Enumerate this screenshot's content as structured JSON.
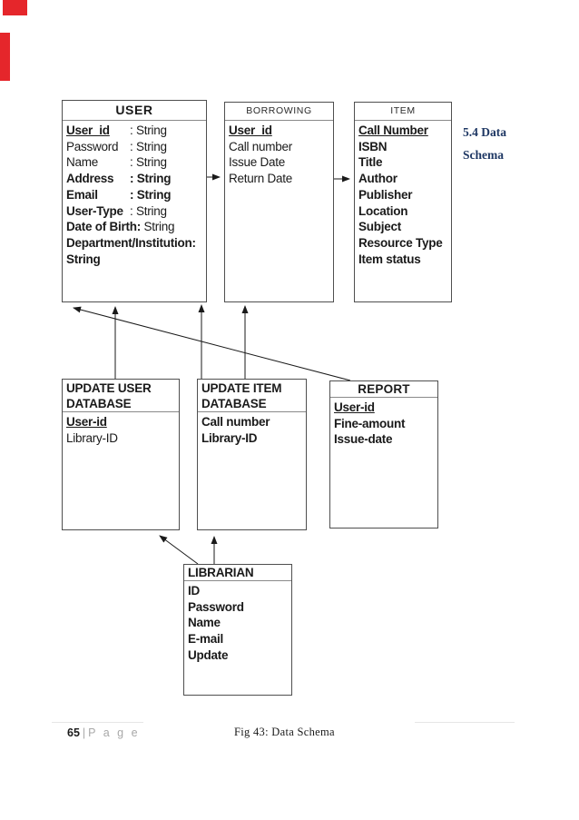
{
  "marks": {
    "color": "#E5262B"
  },
  "side_label": {
    "line1": "5.4 Data",
    "line2": "Schema",
    "color": "#1F3864"
  },
  "footer": {
    "page_number": "65",
    "separator": "|",
    "page_word": "P a g e",
    "caption": "Fig 43: Data Schema"
  },
  "entities": {
    "user": {
      "title": "USER",
      "fields": [
        {
          "name": "User_id",
          "type": ": String"
        },
        {
          "name": "Password",
          "type": ": String"
        },
        {
          "name": "Name",
          "type": ": String"
        },
        {
          "name": "Address",
          "type": ": String"
        },
        {
          "name": "Email",
          "type": ": String"
        },
        {
          "name": "User-Type",
          "type": ": String"
        },
        {
          "name": "Date of Birth:",
          "type": " String"
        },
        {
          "name": "Department/Institution:"
        },
        {
          "name": "String"
        }
      ]
    },
    "borrowing": {
      "title": "BORROWING",
      "fields": [
        {
          "name": "User_id"
        },
        {
          "name": "Call number"
        },
        {
          "name": "Issue Date"
        },
        {
          "name": "Return Date"
        }
      ]
    },
    "item": {
      "title": "ITEM",
      "fields": [
        {
          "name": "Call Number"
        },
        {
          "name": "ISBN"
        },
        {
          "name": "Title"
        },
        {
          "name": "Author"
        },
        {
          "name": "Publisher"
        },
        {
          "name": "Location"
        },
        {
          "name": "Subject"
        },
        {
          "name": "Resource Type"
        },
        {
          "name": "Item status"
        }
      ]
    },
    "update_user": {
      "title_line1": "UPDATE USER",
      "title_line2": "DATABASE",
      "fields": [
        {
          "name": "User-id"
        },
        {
          "name": "Library-ID"
        }
      ]
    },
    "update_item": {
      "title_line1": "UPDATE ITEM",
      "title_line2": "DATABASE",
      "fields": [
        {
          "name": "Call number"
        },
        {
          "name": "Library-ID"
        }
      ]
    },
    "report": {
      "title": "REPORT",
      "fields": [
        {
          "name": "User-id"
        },
        {
          "name": "Fine-amount"
        },
        {
          "name": "Issue-date"
        }
      ]
    },
    "librarian": {
      "title": "LIBRARIAN",
      "fields": [
        {
          "name": "ID"
        },
        {
          "name": "Password"
        },
        {
          "name": "Name"
        },
        {
          "name": "E-mail"
        },
        {
          "name": "Update"
        }
      ]
    }
  },
  "connectors": [
    {
      "from": "USER",
      "to": "BORROWING"
    },
    {
      "from": "BORROWING",
      "to": "ITEM"
    },
    {
      "from": "UPDATE USER DATABASE",
      "to": "USER"
    },
    {
      "from": "UPDATE ITEM DATABASE",
      "to": "USER"
    },
    {
      "from": "UPDATE ITEM DATABASE",
      "to": "BORROWING"
    },
    {
      "from": "REPORT",
      "to": "USER"
    },
    {
      "from": "LIBRARIAN",
      "to": "UPDATE USER DATABASE"
    },
    {
      "from": "LIBRARIAN",
      "to": "UPDATE ITEM DATABASE"
    }
  ]
}
